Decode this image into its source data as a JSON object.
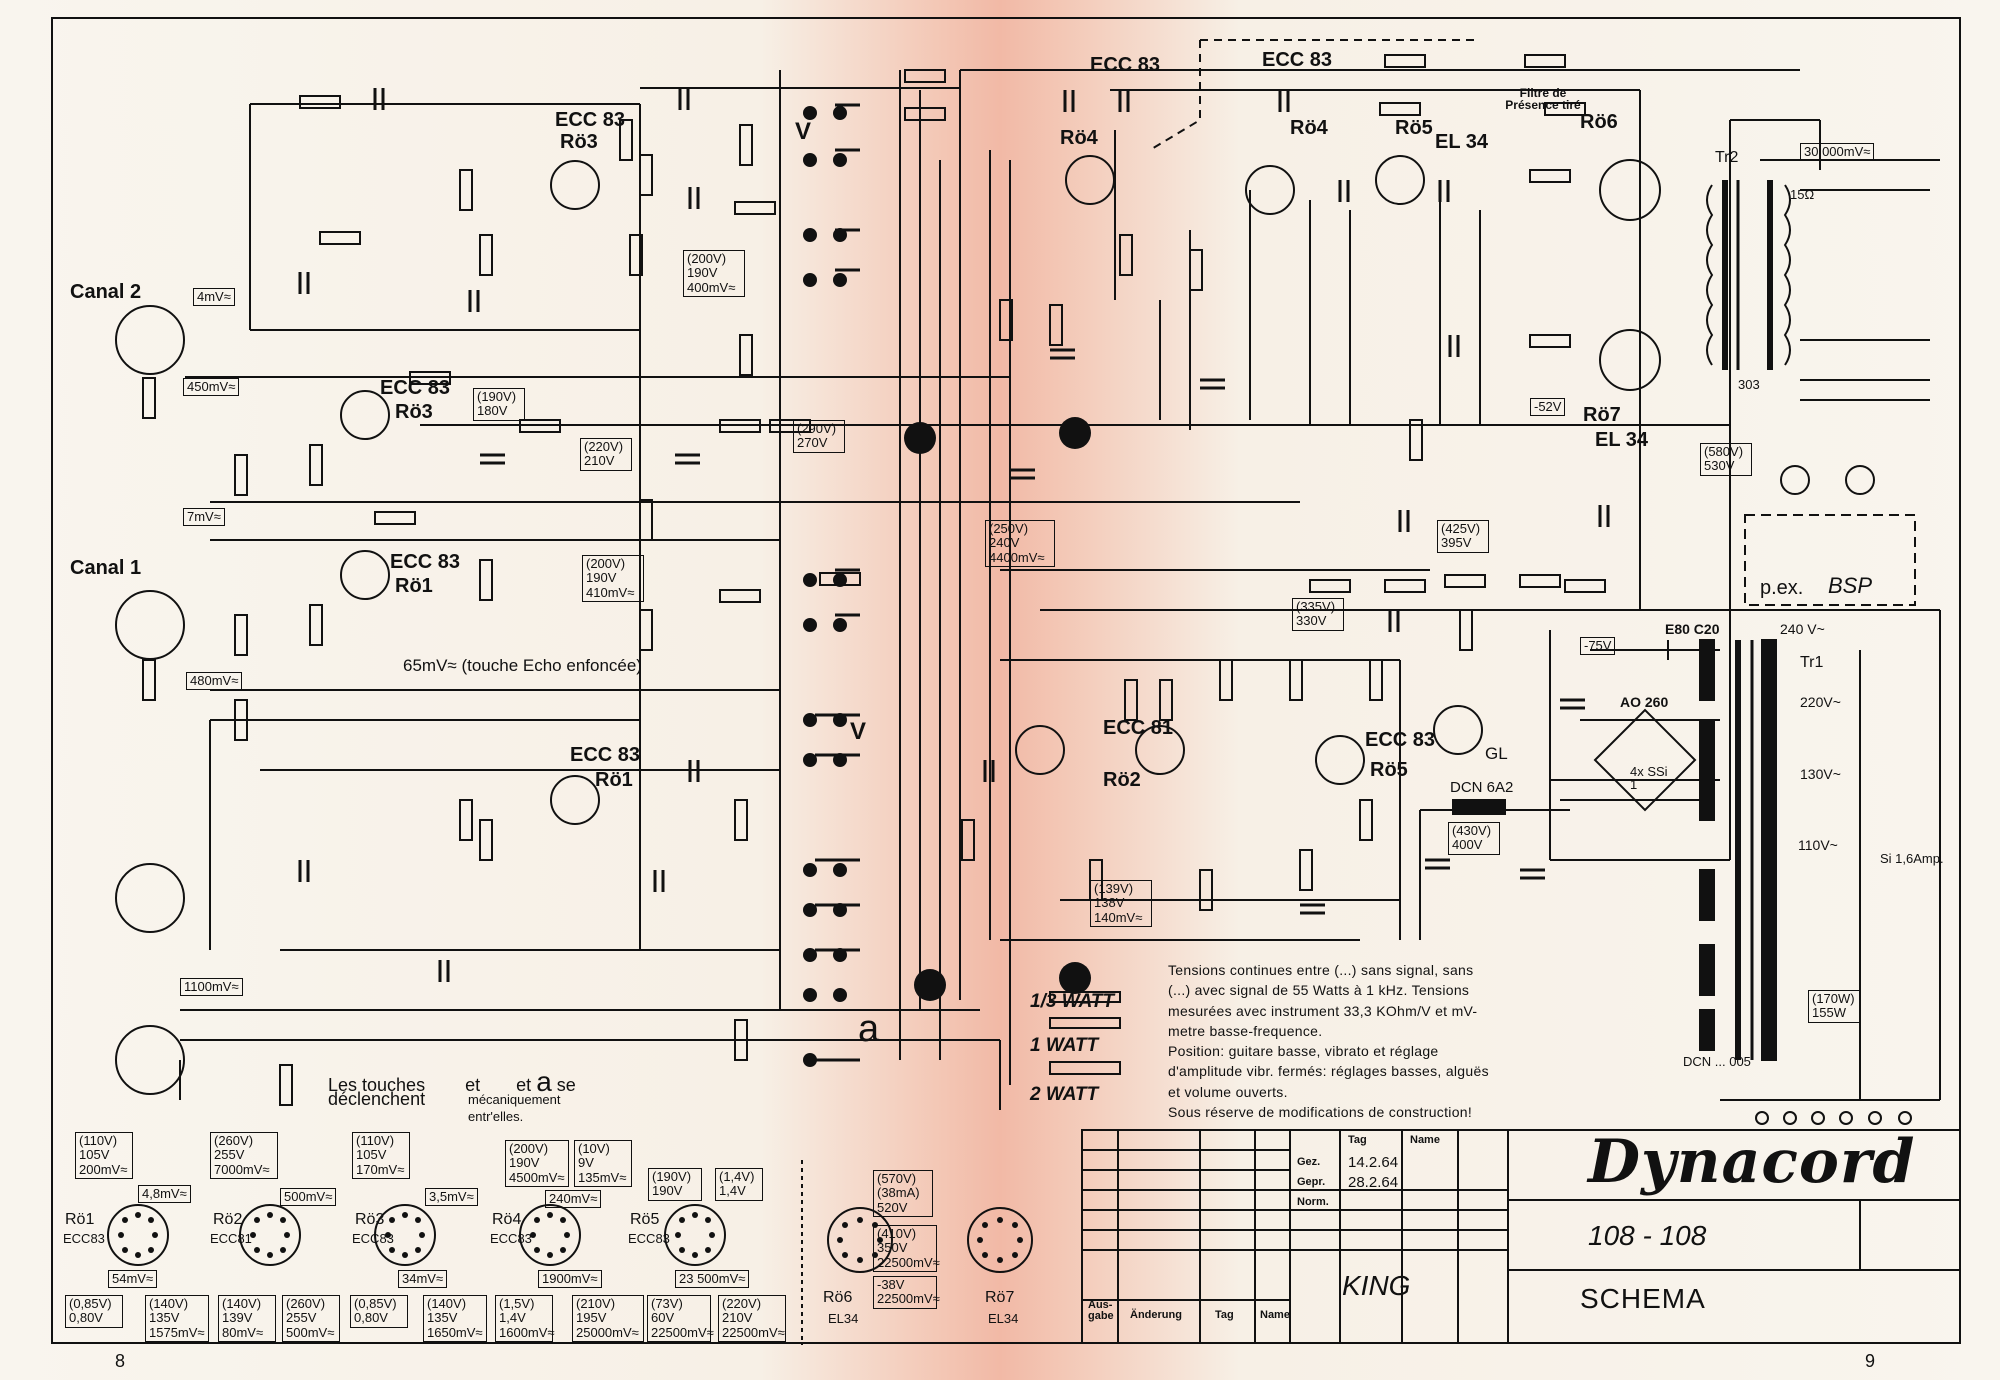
{
  "labels": {
    "canal2": "Canal 2",
    "canal1": "Canal 1",
    "echo_note": "65mV≈ (touche Echo enfoncée)",
    "keys_note_1": "Les touches",
    "keys_note_2": "et",
    "keys_note_3": "et",
    "keys_note_4": "se",
    "keys_note_5": "déclenchent",
    "keys_note_6": "mécaniquement",
    "keys_note_7": "entr'elles.",
    "key_v": "V",
    "key_a": "a",
    "filtre": "Filtre de Présence tiré",
    "pex": "p.ex.",
    "bsp": "BSP",
    "tr1": "Tr1",
    "tr2": "Tr2",
    "gl": "GL",
    "dcn": "DCN 6A2",
    "si": "Si 1,6Amp.",
    "ssi": "4x SSi 1",
    "e80": "E80 C20",
    "ao260": "AO 260",
    "t303": "303",
    "t15": "15Ω",
    "dcn005": "DCN ... 005"
  },
  "tubes": [
    "ECC 83",
    "Rö3",
    "ECC 83",
    "Rö3",
    "ECC 83",
    "Rö1",
    "ECC 83",
    "Rö1",
    "ECC 83",
    "Rö4",
    "ECC 83",
    "Rö4",
    "Rö5",
    "EL 34",
    "Rö6",
    "EL 34",
    "Rö7",
    "ECC 81",
    "Rö2",
    "ECC 83",
    "Rö5"
  ],
  "voltages": [
    "4mV≈",
    "450mV≈",
    "7mV≈",
    "480mV≈",
    "1100mV≈",
    "(190V) 180V",
    "(220V) 210V",
    "(200V) 190V 400mV≈",
    "(290V) 270V",
    "(200V) 190V 410mV≈",
    "(250V) 240V 4400mV≈",
    "(139V) 138V 140mV≈",
    "(335V) 330V",
    "(425V) 395V",
    "(580V) 530V",
    "-52V",
    "-75V",
    "30 000mV≈",
    "(430V) 400V",
    "(170W) 155W",
    "240 V~",
    "220V~",
    "130V~",
    "110V~"
  ],
  "watts": [
    "1/3 WATT",
    "1 WATT",
    "2 WATT"
  ],
  "notes": {
    "tensions": [
      "Tensions continues entre (...) sans signal, sans",
      "(...) avec signal de 55 Watts à 1 kHz. Tensions",
      "mesurées avec instrument 33,3 KOhm/V et mV-",
      "metre basse-frequence.",
      "Position: guitare basse, vibrato et réglage",
      "d'amplitude vibr. fermés: réglages basses, alguës",
      "et volume ouverts.",
      "Sous réserve de modifications de construction!"
    ]
  },
  "titleblock": {
    "tag_header": "Tag",
    "name_header": "Name",
    "gez": "Gez.",
    "gepr": "Gepr.",
    "norm": "Norm.",
    "gez_date": "14.2.64",
    "gepr_date": "28.2.64",
    "ausgabe": "Aus- gabe",
    "aenderung": "Änderung",
    "tag": "Tag",
    "name": "Name",
    "king": "KING",
    "brand": "Dynacord",
    "model": "108 - 108",
    "schema": "SCHEMA"
  },
  "sockets": [
    {
      "tube": "Rö1",
      "type": "ECC83",
      "top": "(110V) 105V 200mV≈",
      "mid": "4,8mV≈",
      "bot1": "54mV≈",
      "bot2": "(0,85V) 0,80V",
      "bot3": "(140V) 135V 1575mV≈"
    },
    {
      "tube": "Rö2",
      "type": "ECC81",
      "top": "(260V) 255V 7000mV≈",
      "mid": "500mV≈",
      "bot1": "(140V) 139V 80mV≈",
      "bot2": "(260V) 255V 500mV≈"
    },
    {
      "tube": "Rö3",
      "type": "ECC83",
      "top": "(110V) 105V 170mV≈",
      "mid": "3,5mV≈",
      "bot1": "34mV≈",
      "bot2": "(0,85V) 0,80V",
      "bot3": "(140V) 135V 1650mV≈"
    },
    {
      "tube": "Rö4",
      "type": "ECC83",
      "top": "(200V) 190V 4500mV≈",
      "top2": "(10V) 9V 135mV≈",
      "mid": "240mV≈",
      "bot1": "1900mV≈",
      "bot2": "(1,5V) 1,4V 1600mV≈",
      "bot3": "(210V) 195V 25000mV≈"
    },
    {
      "tube": "Rö5",
      "type": "ECC83",
      "top": "(190V) 190V",
      "top2": "(1,4V) 1,4V",
      "bot1": "23 500mV≈",
      "bot2": "(73V) 60V 22500mV≈",
      "bot3": "(220V) 210V 22500mV≈"
    },
    {
      "tube": "Rö6",
      "type": "EL34",
      "top": "(570V) (38mA) 520V",
      "mid": "(410V) 350V 22500mV≈",
      "bot1": "-38V 22500mV≈"
    },
    {
      "tube": "Rö7",
      "type": "EL34"
    }
  ],
  "page_numbers": {
    "left": "8",
    "right": "9"
  }
}
